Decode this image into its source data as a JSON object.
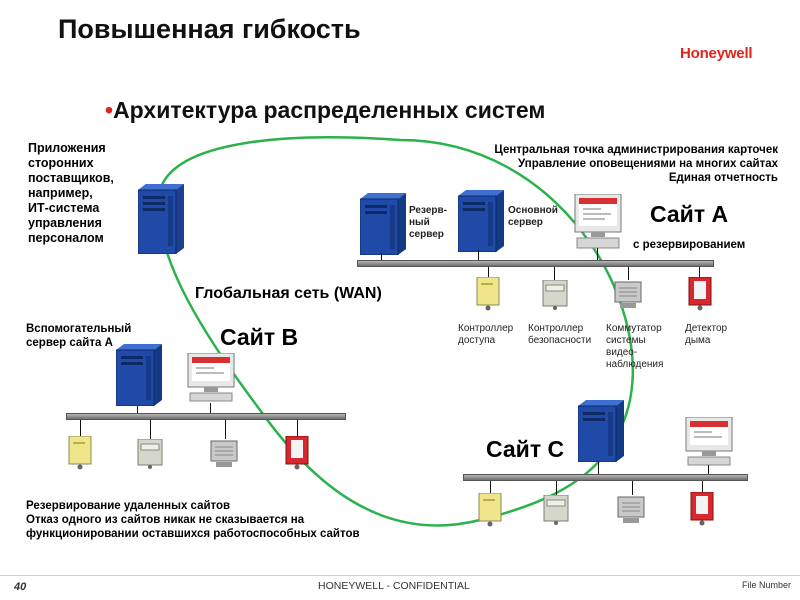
{
  "header": {
    "title": "Повышенная гибкость",
    "logo_text": "Honeywell",
    "bullet": "•",
    "subtitle": "Архитектура распределенных систем"
  },
  "third_party": {
    "lines": [
      "Приложения",
      "сторонних",
      "поставщиков,",
      "например,",
      "ИТ-система",
      "управления",
      "персоналом"
    ]
  },
  "central_admin": {
    "lines": [
      "Центральная точка администрирования карточек",
      "Управление оповещениями на многих сайтах",
      "Единая отчетность"
    ]
  },
  "site_a": {
    "label": "Сайт A",
    "sublabel": "с резервированием",
    "backup_server": [
      "Резерв-",
      "ный",
      "сервер"
    ],
    "main_server": [
      "Основной",
      "сервер"
    ],
    "devices": {
      "access": [
        "Контроллер",
        "доступа"
      ],
      "security": [
        "Контроллер",
        "безопасности"
      ],
      "cctv": [
        "Коммутатор",
        "системы",
        "видео-",
        "наблюдения"
      ],
      "smoke": [
        "Детектор",
        "дыма"
      ]
    }
  },
  "wan": {
    "label": "Глобальная сеть (WAN)"
  },
  "site_b": {
    "label": "Сайт B",
    "aux_server": [
      "Вспомогательный",
      "сервер сайта А"
    ]
  },
  "site_c": {
    "label": "Сайт C"
  },
  "redundancy": {
    "lines": [
      "Резервирование удаленных сайтов",
      "Отказ одного из сайтов никак не сказывается на",
      "функционировании оставшихся работоспособных сайтов"
    ]
  },
  "footer": {
    "page_number": "40",
    "confidential": "HONEYWELL - CONFIDENTIAL",
    "file_number": "File Number"
  },
  "colors": {
    "wan_ring": "#2bb24c",
    "brand_red": "#e2231a",
    "server_blue": "#1f4aa8",
    "controller_yellow": "#efe58a",
    "smoke_red": "#d8282e"
  }
}
